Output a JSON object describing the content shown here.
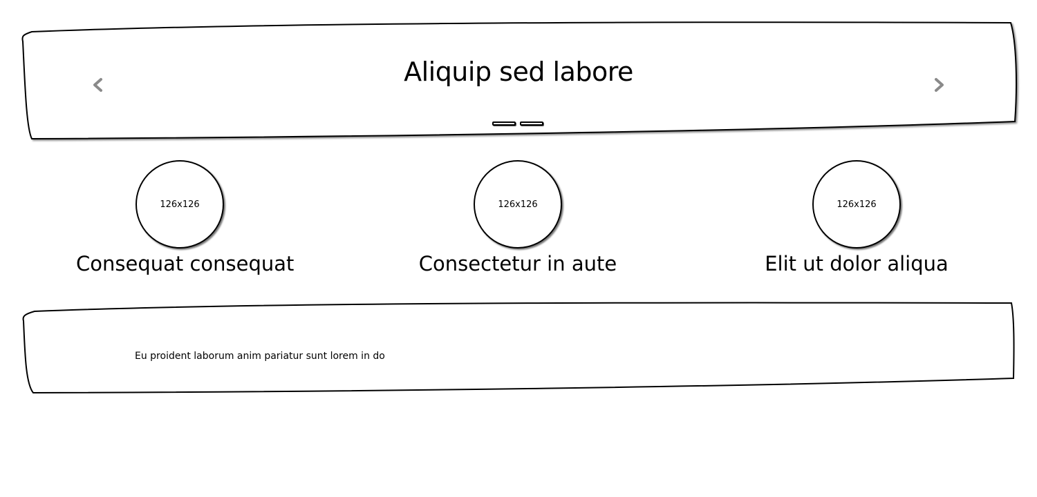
{
  "carousel": {
    "title": "Aliquip sed labore",
    "prev_icon": "chevron-left-icon",
    "next_icon": "chevron-right-icon",
    "indicator_count": 2
  },
  "features": [
    {
      "image_label": "126x126",
      "title": "Consequat consequat"
    },
    {
      "image_label": "126x126",
      "title": "Consectetur in aute"
    },
    {
      "image_label": "126x126",
      "title": "Elit ut dolor aliqua"
    }
  ],
  "panel": {
    "text": "Eu proident laborum anim pariatur sunt lorem in do"
  },
  "colors": {
    "stroke": "#000000",
    "arrow": "#8a8a8a",
    "background": "#ffffff"
  }
}
